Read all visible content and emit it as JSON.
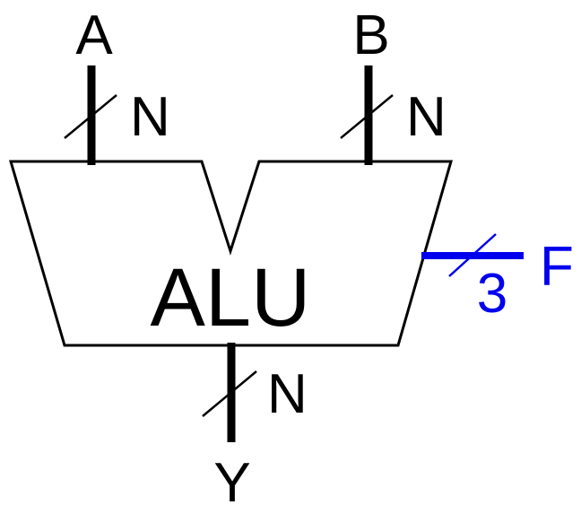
{
  "diagram": {
    "block_label": "ALU",
    "inputs": [
      {
        "name": "A",
        "width_label": "N"
      },
      {
        "name": "B",
        "width_label": "N"
      }
    ],
    "control": {
      "name": "F",
      "width_label": "3"
    },
    "output": {
      "name": "Y",
      "width_label": "N"
    }
  },
  "colors": {
    "stroke": "#000000",
    "control": "#0000ee",
    "background": "#ffffff"
  }
}
